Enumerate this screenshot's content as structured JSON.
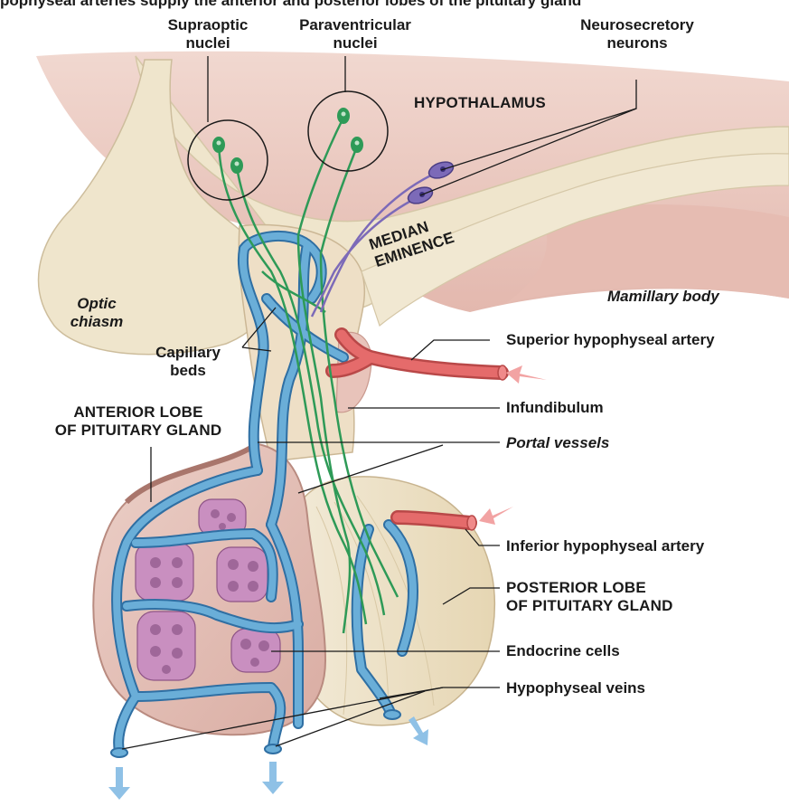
{
  "caption_fragment": "pophyseal arteries supply the anterior and posterior lobes of the pituitary gland",
  "labels": {
    "supraoptic": "Supraoptic\nnuclei",
    "paraventricular": "Paraventricular\nnuclei",
    "neurosecretory": "Neurosecretory\nneurons",
    "hypothalamus": "HYPOTHALAMUS",
    "median_eminence": "MEDIAN\nEMINENCE",
    "optic_chiasm": "Optic\nchiasm",
    "mamillary_body": "Mamillary body",
    "capillary_beds": "Capillary\nbeds",
    "superior_artery": "Superior hypophyseal artery",
    "infundibulum": "Infundibulum",
    "anterior_lobe": "ANTERIOR LOBE\nOF PITUITARY GLAND",
    "portal_vessels": "Portal vessels",
    "inferior_artery": "Inferior hypophyseal artery",
    "posterior_lobe": "POSTERIOR LOBE\nOF PITUITARY GLAND",
    "endocrine_cells": "Endocrine cells",
    "hypophyseal_veins": "Hypophyseal veins"
  },
  "colors": {
    "tissue": "#efe6cf",
    "tissue_dark": "#d9ccae",
    "brain_pink": "#e9c6be",
    "anterior_lobe": "#e7c6bf",
    "vessel_blue": "#6aaed8",
    "vessel_blue_dark": "#2f6fa3",
    "artery_red": "#e56b6b",
    "neuron_green": "#2e9a57",
    "neuron_purple": "#7c6ab8",
    "cell_purple": "#c98fc0"
  }
}
